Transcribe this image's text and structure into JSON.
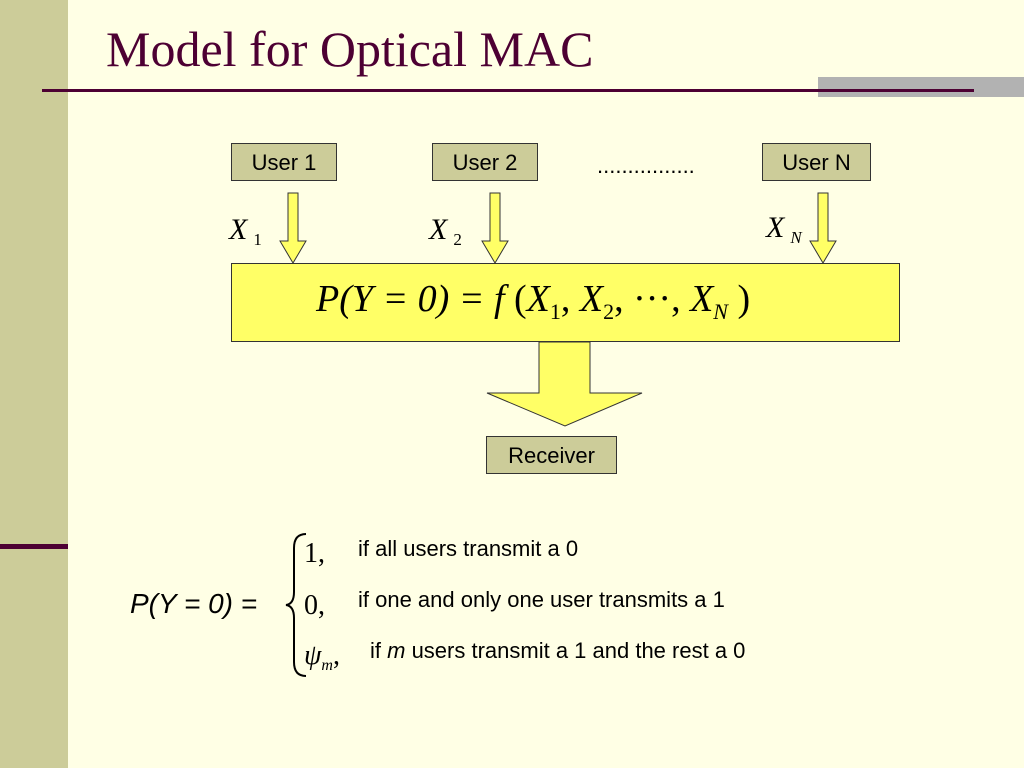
{
  "slide": {
    "title": "Model for Optical MAC"
  },
  "users": [
    {
      "label": "User 1",
      "signal": "X",
      "sub": "1"
    },
    {
      "label": "User 2",
      "signal": "X",
      "sub": "2"
    },
    {
      "label": "User N",
      "signal": "X",
      "sub": "N"
    }
  ],
  "dots": "................",
  "function_box": {
    "lhs": "P(Y = 0) = ",
    "f": "f",
    "open": " (",
    "x1": "X",
    "s1": "1",
    "c1": ", ",
    "x2": "X",
    "s2": "2",
    "c2": ", ···, ",
    "xn": "X",
    "sn": "N",
    "close": " )"
  },
  "receiver": {
    "label": "Receiver"
  },
  "cases": {
    "lhs": "P(Y = 0) =",
    "rows": [
      {
        "value": "1,",
        "text": "if all users transmit a 0"
      },
      {
        "value": "0,",
        "text": "if one and only one user transmits a 1"
      },
      {
        "value": "ψ",
        "value_sub": "m",
        "value_suffix": ",",
        "text_pre": "if ",
        "text_var": "m",
        "text_post": " users transmit a 1 and the rest a 0"
      }
    ]
  },
  "colors": {
    "background": "#FFFFE5",
    "sidebar": "#CCCC99",
    "accent": "#4D0033",
    "box": "#CCCC99",
    "highlight": "#FFFF66"
  }
}
